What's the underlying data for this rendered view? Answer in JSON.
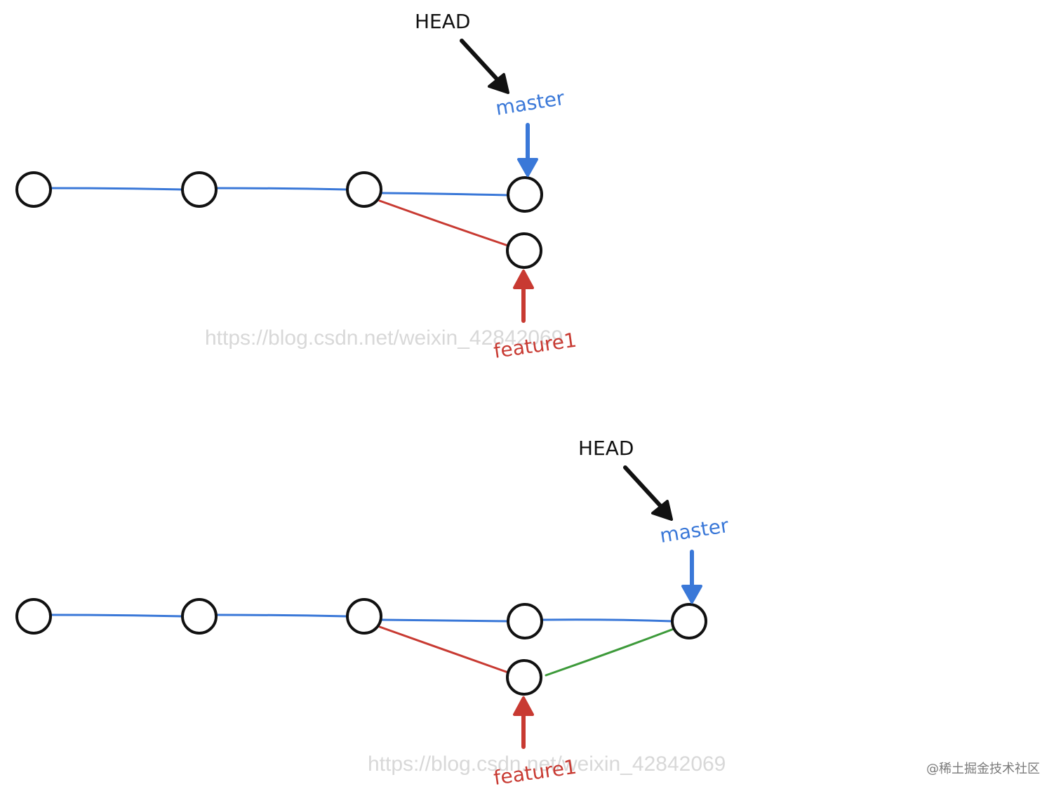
{
  "colors": {
    "master": "#3a78d8",
    "feature": "#c83a32",
    "merge": "#3d9a3a",
    "head": "#111111",
    "commit_stroke": "#111111",
    "watermark": "#d8d8d8",
    "site_watermark": "#7a7a7a"
  },
  "panels": [
    {
      "head_label": "HEAD",
      "master_label": "master",
      "feature_label": "feature1",
      "watermark": "https://blog.csdn.net/weixin_42842069"
    },
    {
      "head_label": "HEAD",
      "master_label": "master",
      "feature_label": "feature1",
      "watermark": "https://blog.csdn.net/weixin_42842069"
    }
  ],
  "site_watermark": "@稀土掘金技术社区"
}
